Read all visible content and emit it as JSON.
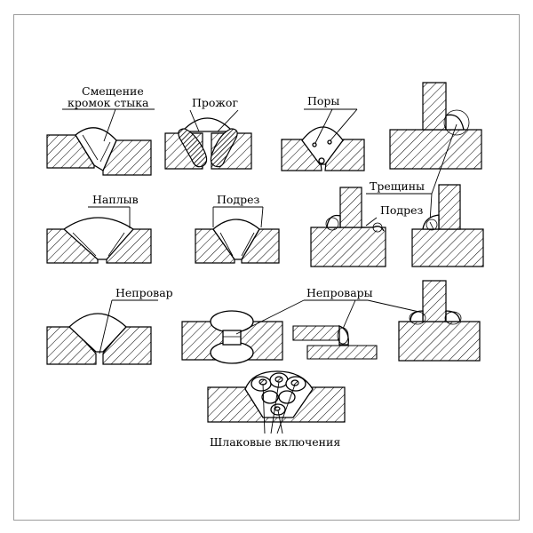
{
  "labels": {
    "misalignment_1": "Смещение",
    "misalignment_2": "кромок стыка",
    "burn_through": "Прожог",
    "pores": "Поры",
    "overlap": "Наплыв",
    "undercut": "Подрез",
    "undercut_2": "Подрез",
    "cracks": "Трещины",
    "lack_of_penetration": "Непровар",
    "lack_of_fusion_plural": "Непровары",
    "slag_inclusions": "Шлаковые включения"
  },
  "colors": {
    "ink": "#000000",
    "frame": "#9c9c9c",
    "paper": "#ffffff"
  }
}
